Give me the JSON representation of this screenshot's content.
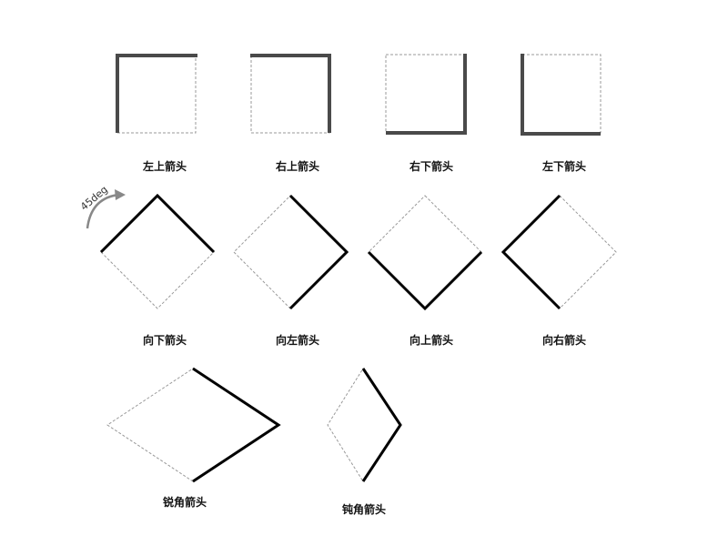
{
  "rotation_label": "45deg",
  "captions": {
    "top_left": "左上箭头",
    "top_right": "右上箭头",
    "bottom_right": "右下箭头",
    "bottom_left": "左下箭头",
    "down": "向下箭头",
    "left": "向左箭头",
    "up": "向上箭头",
    "right": "向右箭头",
    "acute": "锐角箭头",
    "obtuse": "钝角箭头"
  },
  "colors": {
    "square_border": "#4a4a4a",
    "diamond_border": "#000000",
    "dashed": "#999999",
    "arrow": "#888888"
  }
}
